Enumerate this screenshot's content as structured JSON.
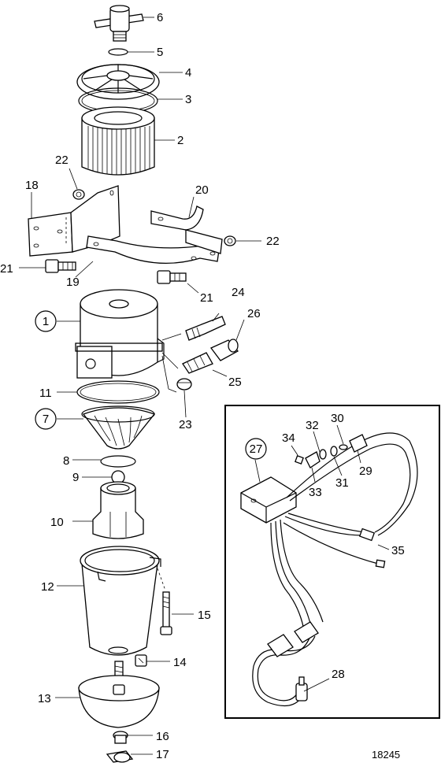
{
  "drawing_number": "18245",
  "callouts": {
    "c1": "1",
    "c2": "2",
    "c3": "3",
    "c4": "4",
    "c5": "5",
    "c6": "6",
    "c7": "7",
    "c8": "8",
    "c9": "9",
    "c10": "10",
    "c11": "11",
    "c12": "12",
    "c13": "13",
    "c14": "14",
    "c15": "15",
    "c16": "16",
    "c17": "17",
    "c18": "18",
    "c19": "19",
    "c20": "20",
    "c21a": "21",
    "c21b": "21",
    "c22a": "22",
    "c22b": "22",
    "c23": "23",
    "c24": "24",
    "c25": "25",
    "c26": "26",
    "c27": "27",
    "c28": "28",
    "c29": "29",
    "c30": "30",
    "c31": "31",
    "c32": "32",
    "c33": "33",
    "c34": "34",
    "c35": "35"
  }
}
